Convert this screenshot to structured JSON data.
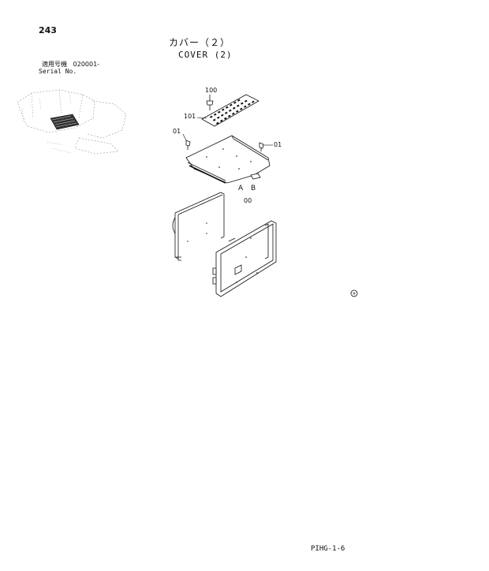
{
  "page": {
    "number": "243",
    "title_jp": "カバー（２）",
    "title_en": "COVER (2)",
    "serial_label_jp": "適用号機",
    "serial_range": "020001-",
    "serial_label_en": "Serial No.",
    "footer_code": "PIHG-1-6"
  },
  "callouts": {
    "c100": "100",
    "c101": "101",
    "c01_left": "01",
    "c01_right": "01",
    "a": "A",
    "b": "B",
    "c00": "00"
  },
  "colors": {
    "ink": "#111111",
    "faint": "#9a9a9a"
  }
}
